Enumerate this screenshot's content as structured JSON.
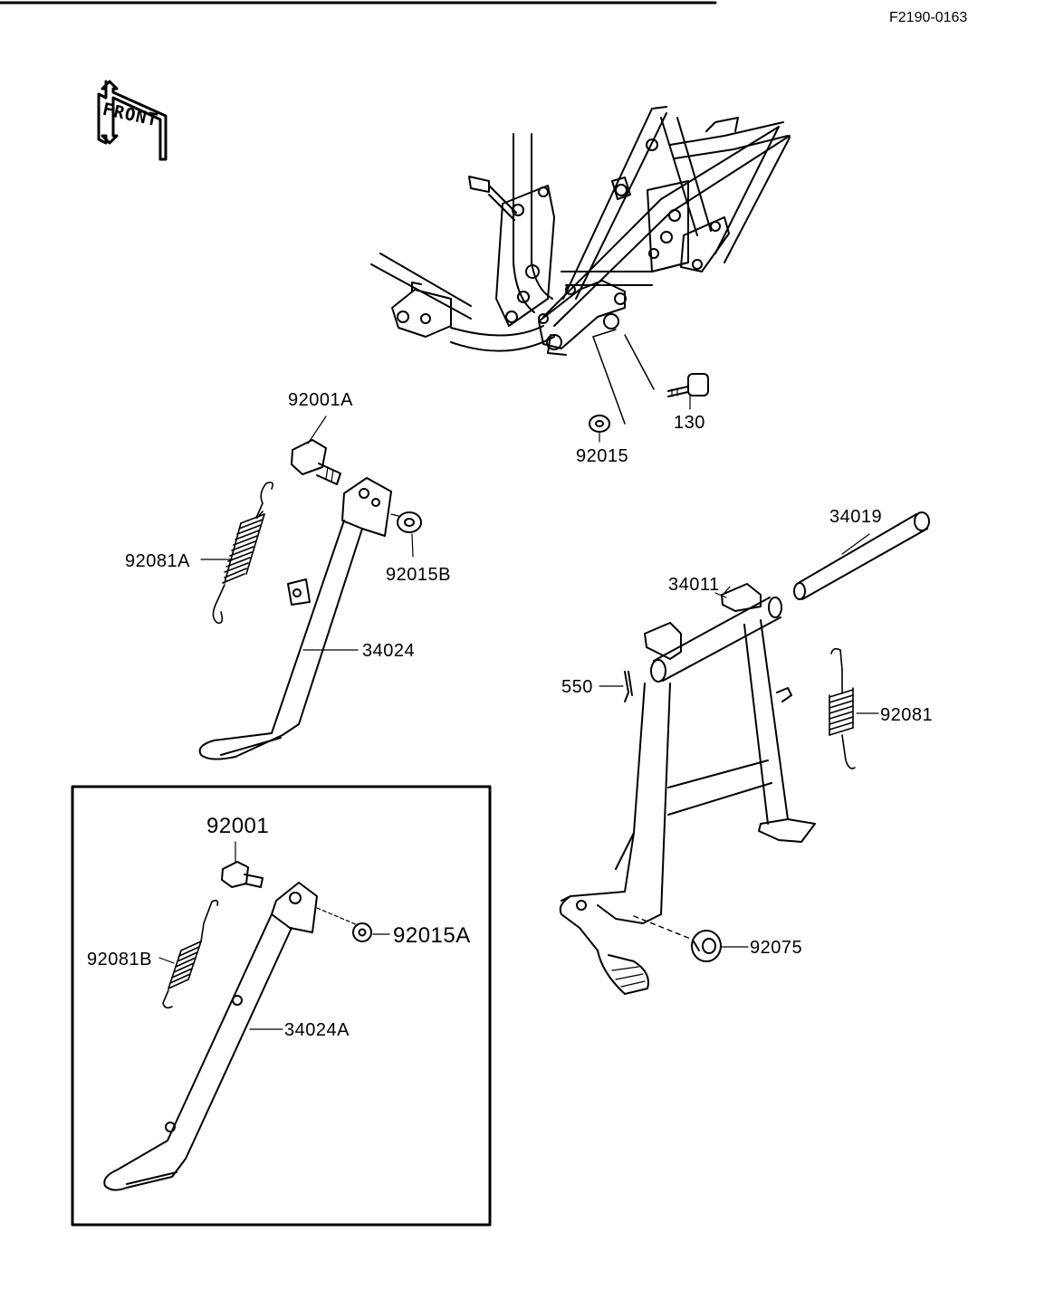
{
  "figure_code": "F2190-0163",
  "front_label": "FRONT",
  "labels": {
    "p92001A": "92001A",
    "p92081A": "92081A",
    "p92015B": "92015B",
    "p34024": "34024",
    "p130": "130",
    "p92015": "92015",
    "p34019": "34019",
    "p34011": "34011",
    "p550": "550",
    "p92081": "92081",
    "p92075": "92075",
    "p92001": "92001",
    "p92015A": "92015A",
    "p92081B": "92081B",
    "p34024A": "34024A"
  },
  "colors": {
    "ink": "#000000",
    "paper": "#ffffff"
  }
}
